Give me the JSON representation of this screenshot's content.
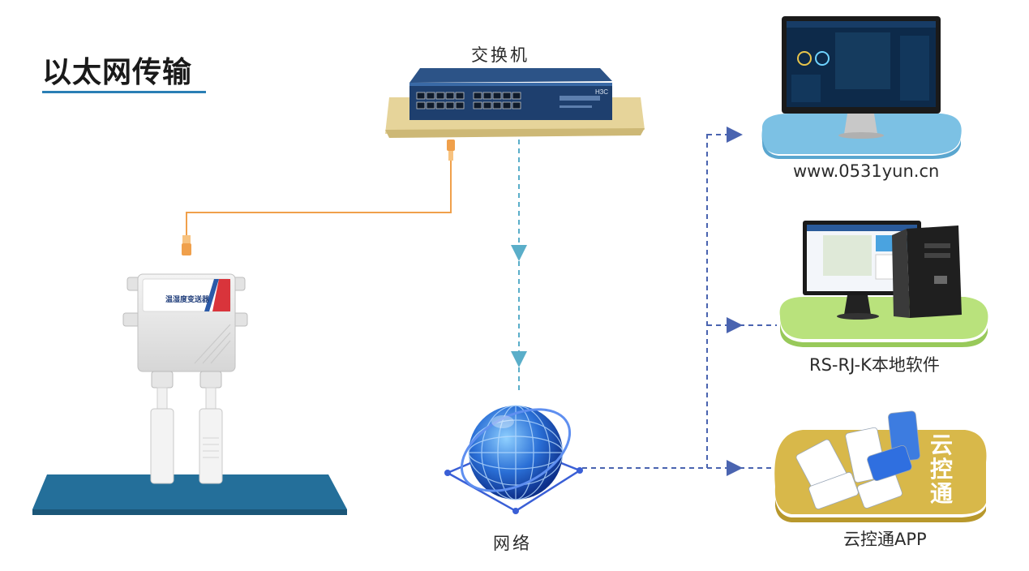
{
  "title": "以太网传输",
  "nodes": {
    "switch": {
      "label": "交换机",
      "brand": "H3C"
    },
    "network": {
      "label": "网络"
    },
    "web_platform": {
      "label": "www.0531yun.cn"
    },
    "local_software": {
      "label": "RS-RJ-K本地软件"
    },
    "app": {
      "label": "云控通APP",
      "badge": "云控通"
    },
    "sensor": {
      "device_label": "温湿度变送器"
    }
  },
  "colors": {
    "title_underline": "#2a7fb5",
    "ethernet_cable": "#f0a04b",
    "network_arrow": "#5aaec9",
    "output_arrow": "#4a64b0",
    "platform_cloud_blue": "#7cc1e4",
    "platform_cloud_green": "#b9e27c",
    "platform_cloud_gold": "#d8b84a",
    "switch_body": "#1e3f6e",
    "base_plate": "#246f9a"
  }
}
